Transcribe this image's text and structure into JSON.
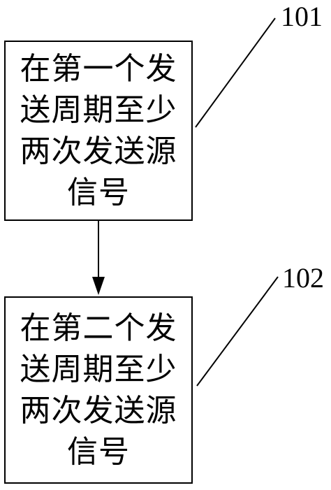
{
  "diagram": {
    "steps": [
      {
        "ref": "101",
        "lines": [
          "在第一个发",
          "送周期至少",
          "两次发送源",
          "信号"
        ]
      },
      {
        "ref": "102",
        "lines": [
          "在第二个发",
          "送周期至少",
          "两次发送源",
          "信号"
        ]
      }
    ]
  }
}
